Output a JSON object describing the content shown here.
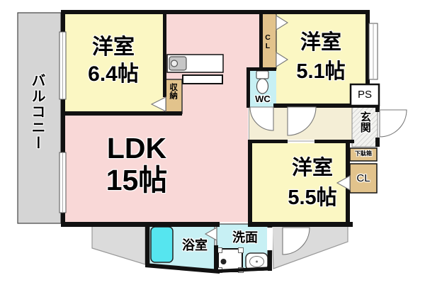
{
  "colors": {
    "background": "#ffffff",
    "wall": "#111111",
    "room_yellow": "#FBF7C3",
    "ldk_pink": "#F9D8D7",
    "closet_tan": "#E2C38C",
    "water_cyan": "#C7F0F4",
    "bathtub_cyan": "#56E5EF",
    "hallway_beige": "#F4EED6",
    "balcony_gray": "#D5D5D5",
    "exterior_gray": "#DBDBDB",
    "fixture_gray": "#C6C6C6",
    "fixture_white": "#FFFFFF",
    "door_white": "#FFFFFF"
  },
  "rooms": {
    "balcony": {
      "label": "バルコニー"
    },
    "western_room_1": {
      "label": "洋室",
      "size": "6.4帖"
    },
    "ldk": {
      "label": "LDK",
      "size": "15帖"
    },
    "western_room_2": {
      "label": "洋室",
      "size": "5.1帖"
    },
    "western_room_3": {
      "label": "洋室",
      "size": "5.5帖"
    },
    "storage": {
      "label": "収納"
    },
    "closet_top": {
      "label": "CL"
    },
    "closet_right": {
      "label": "CL"
    },
    "wc": {
      "label": "WC"
    },
    "pipe_space": {
      "label": "PS"
    },
    "entrance": {
      "label": "玄関"
    },
    "shoe_cabinet": {
      "label": "下駄箱"
    },
    "bathroom": {
      "label": "浴室"
    },
    "washroom": {
      "label": "洗面"
    }
  },
  "icons": {
    "kitchen_sink": "kitchen-sink-icon",
    "toilet": "toilet-icon",
    "bathtub": "bathtub-icon",
    "washing_machine": "washing-machine-pan-icon",
    "washbasin": "washbasin-icon",
    "door_swing": "door-swing-arc",
    "folding_door": "folding-door-triangle",
    "window": "window-symbol"
  }
}
